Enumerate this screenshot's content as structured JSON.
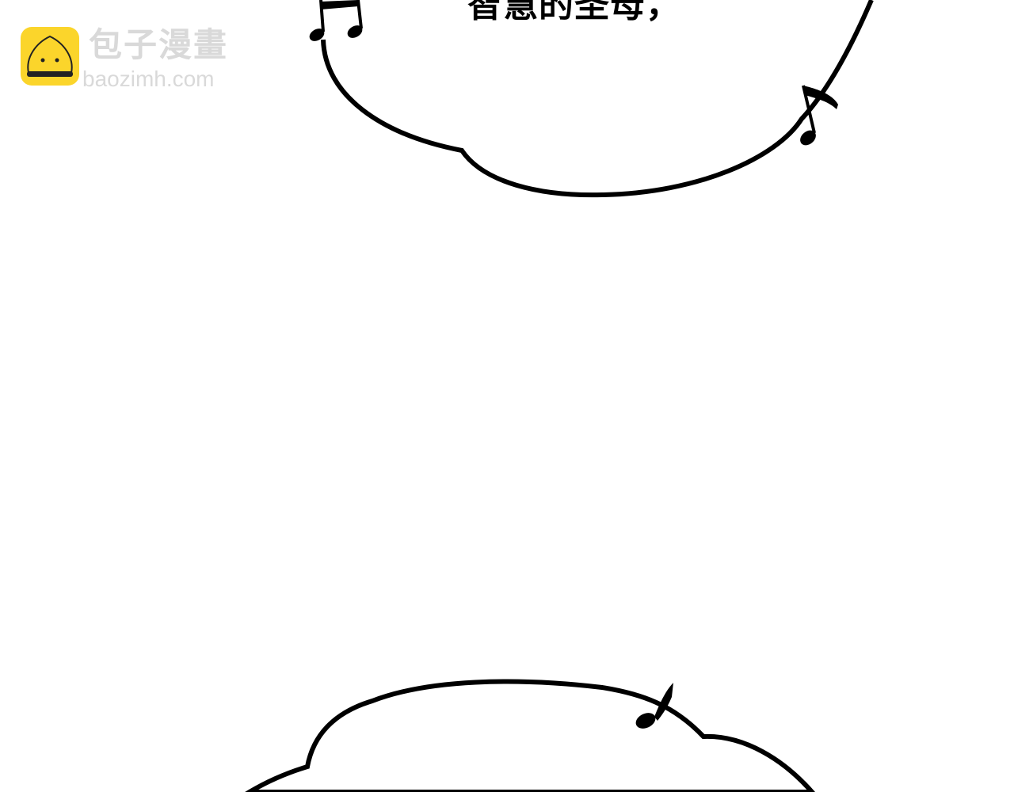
{
  "watermark": {
    "name_cn": "包子漫畫",
    "domain": "baozimh.com",
    "logo_color": "#fbd52b"
  },
  "panel": {
    "speech_text": "智慧的圣母，"
  }
}
